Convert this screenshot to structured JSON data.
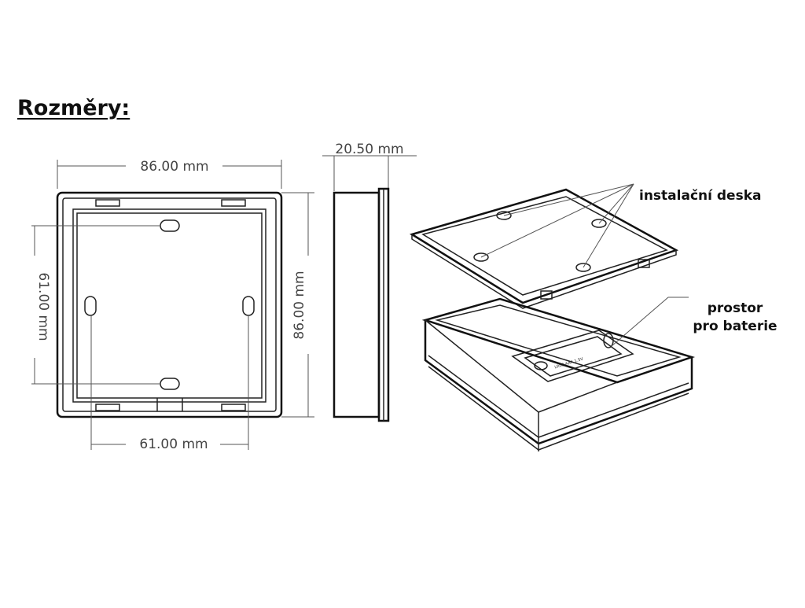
{
  "title": "Rozměry:",
  "dimensions": {
    "top_width": "86.00 mm",
    "side_depth": "20.50 mm",
    "hole_vertical": "61.00 mm",
    "outer_height": "86.00 mm",
    "hole_horizontal": "61.00 mm"
  },
  "callouts": {
    "mounting_plate": "instalační deska",
    "battery_line1": "prostor",
    "battery_line2": "pro baterie"
  },
  "battery_label": "LR03 AAA 1.5V",
  "colors": {
    "line": "#222222",
    "text": "#111111",
    "dim_text": "#444444"
  }
}
